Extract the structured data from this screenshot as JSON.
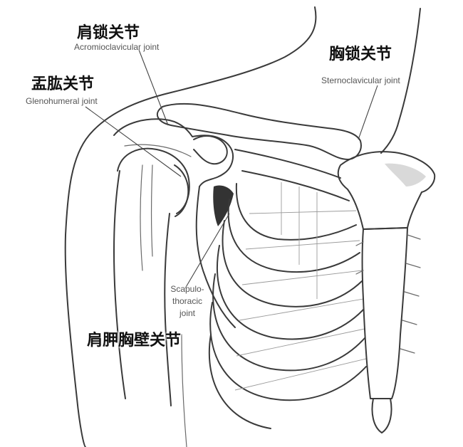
{
  "labels": {
    "acromioclavicular": {
      "cn": "肩锁关节",
      "en": "Acromioclavicular joint"
    },
    "sternoclavicular": {
      "cn": "胸锁关节",
      "en": "Sternoclavicular joint"
    },
    "glenohumeral": {
      "cn": "盂肱关节",
      "en": "Glenohumeral joint"
    },
    "scapulothoracic": {
      "cn": "肩胛胸壁关节",
      "en_lines": [
        "Scapulo-",
        "thoracic",
        "joint"
      ]
    }
  },
  "colors": {
    "ink": "#3a3a3a",
    "label_cn": "#111111",
    "label_en": "#555555",
    "background": "#ffffff"
  }
}
